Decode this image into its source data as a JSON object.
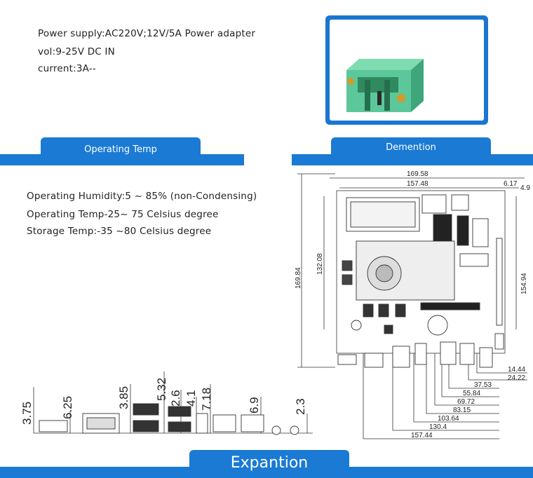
{
  "power": {
    "line1": "Power supply:AC220V;12V/5A Power adapter",
    "line2": "vol:9-25V DC IN",
    "line3": "current:3A--"
  },
  "operating_tab": "Operating Temp",
  "dimension_tab": "Demention",
  "env": {
    "humidity": "Operating Humidity:5 ~ 85% (non-Condensing)",
    "temp": "Operating Temp-25~ 75 Celsius degree",
    "storage": "Storage Temp:-35 ~80  Celsius degree"
  },
  "expansion_label": "Expantion",
  "board_dims": {
    "width_total": "169.58",
    "width_inner": "157.48",
    "right_a": "6.17",
    "right_b": "4.9",
    "height_total": "169.84",
    "height_inner": "132.08",
    "height_right": "154.94",
    "bottom_dims": [
      "14.44",
      "24.22",
      "37.53",
      "55.84",
      "69.72",
      "83.15",
      "103.64",
      "130.4",
      "157.44"
    ]
  },
  "io_dims": [
    "3.75",
    "6.25",
    "3.85",
    "5.32",
    "2.6",
    "4.1",
    "7.18",
    "6.9",
    "2.3"
  ],
  "colors": {
    "accent": "#1a7ad4",
    "connector": "#5cc79a"
  }
}
